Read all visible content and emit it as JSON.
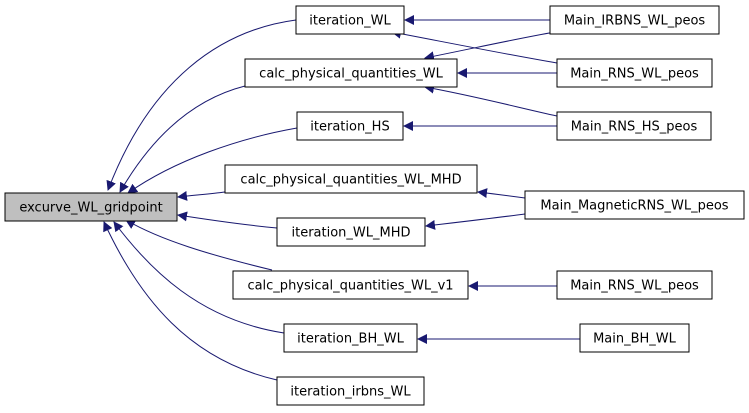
{
  "colors": {
    "edge": "#191970",
    "root_fill": "#bfbfbf",
    "node_fill": "#ffffff",
    "node_border": "#000000"
  },
  "nodes": {
    "excurve": "excurve_WL_gridpoint",
    "iteration_WL": "iteration_WL",
    "calc_WL": "calc_physical_quantities_WL",
    "iteration_HS": "iteration_HS",
    "calc_WL_MHD": "calc_physical_quantities_WL_MHD",
    "iteration_WL_MHD": "iteration_WL_MHD",
    "calc_WL_v1": "calc_physical_quantities_WL_v1",
    "iteration_BH_WL": "iteration_BH_WL",
    "iteration_irbns_WL": "iteration_irbns_WL",
    "main_IRBNS": "Main_IRBNS_WL_peos",
    "main_RNS_1": "Main_RNS_WL_peos",
    "main_RNS_HS": "Main_RNS_HS_peos",
    "main_Magnetic": "Main_MagneticRNS_WL_peos",
    "main_RNS_2": "Main_RNS_WL_peos",
    "main_BH": "Main_BH_WL"
  },
  "edges": [
    {
      "from": "iteration_WL",
      "to": "excurve"
    },
    {
      "from": "calc_WL",
      "to": "excurve"
    },
    {
      "from": "iteration_HS",
      "to": "excurve"
    },
    {
      "from": "calc_WL_MHD",
      "to": "excurve"
    },
    {
      "from": "iteration_WL_MHD",
      "to": "excurve"
    },
    {
      "from": "calc_WL_v1",
      "to": "excurve"
    },
    {
      "from": "iteration_BH_WL",
      "to": "excurve"
    },
    {
      "from": "iteration_irbns_WL",
      "to": "excurve"
    },
    {
      "from": "main_IRBNS",
      "to": "iteration_WL"
    },
    {
      "from": "main_RNS_1",
      "to": "iteration_WL"
    },
    {
      "from": "main_IRBNS",
      "to": "calc_WL"
    },
    {
      "from": "main_RNS_1",
      "to": "calc_WL"
    },
    {
      "from": "main_RNS_HS",
      "to": "calc_WL"
    },
    {
      "from": "main_RNS_HS",
      "to": "iteration_HS"
    },
    {
      "from": "main_Magnetic",
      "to": "calc_WL_MHD"
    },
    {
      "from": "main_Magnetic",
      "to": "iteration_WL_MHD"
    },
    {
      "from": "main_RNS_2",
      "to": "calc_WL_v1"
    },
    {
      "from": "main_BH",
      "to": "iteration_BH_WL"
    }
  ]
}
